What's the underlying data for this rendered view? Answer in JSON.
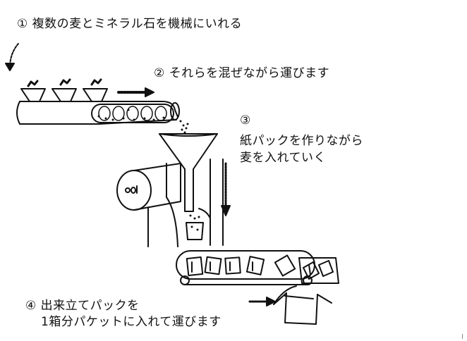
{
  "steps": [
    {
      "number": "①",
      "text": "複数の麦とミネラル石を機械にいれる"
    },
    {
      "number": "②",
      "text": "それらを混ぜながら運びます"
    },
    {
      "number": "③",
      "line1": "紙パックを作りながら",
      "line2": "麦を入れていく"
    },
    {
      "number": "④",
      "line1": "出来立てパックを",
      "line2": "1箱分パケットに入れて運びます"
    }
  ],
  "colors": {
    "ink": "#111111",
    "paper": "#ffffff"
  },
  "icons": [
    "curved-arrow-icon",
    "arrow-right-icon",
    "arrow-down-icon"
  ]
}
